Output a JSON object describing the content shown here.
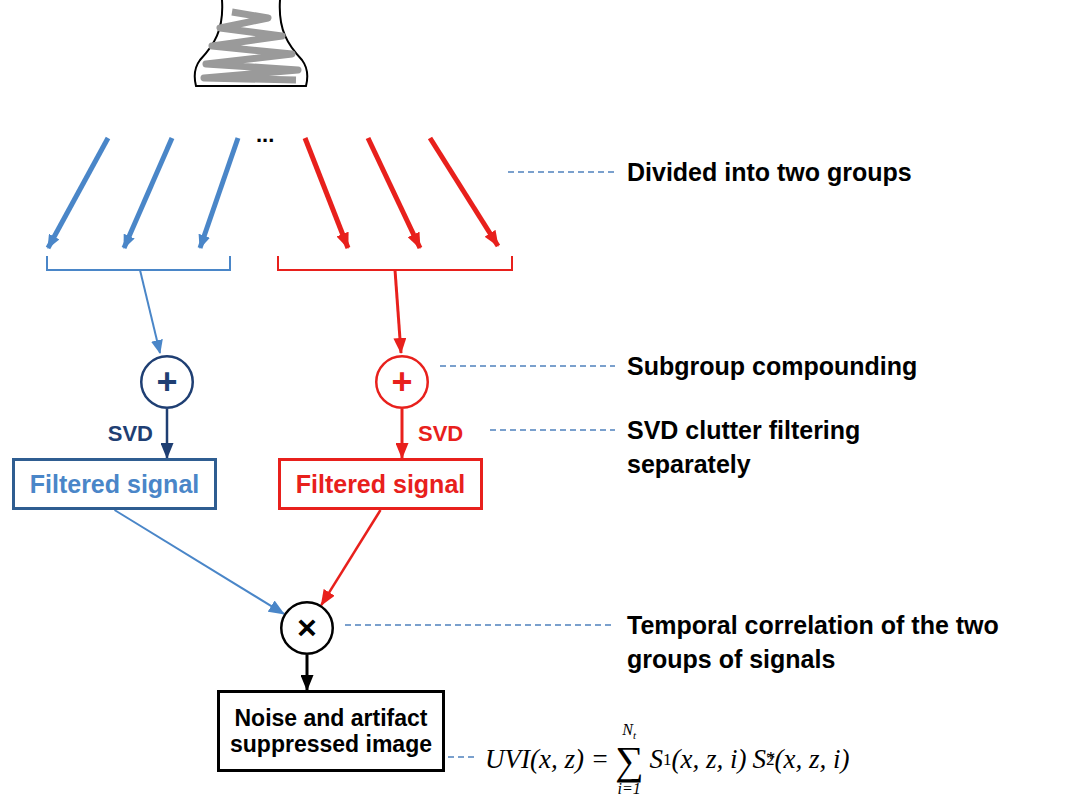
{
  "diagram": {
    "nodes": [
      {
        "text": [
          "+"
        ]
      },
      {
        "text": [
          "+"
        ]
      },
      {
        "text": [
          "Filtered signal"
        ]
      },
      {
        "text": [
          "Filtered signal"
        ]
      },
      {
        "text": [
          "×"
        ]
      },
      {
        "text": [
          "Noise and artifact suppressed image"
        ]
      }
    ],
    "edges": [
      {
        "from": 0,
        "to": 2,
        "arrow": "to",
        "label": "SVD"
      },
      {
        "from": 1,
        "to": 3,
        "arrow": "to",
        "label": "SVD"
      },
      {
        "from": 2,
        "to": 4,
        "arrow": "to"
      },
      {
        "from": 3,
        "to": 4,
        "arrow": "to"
      },
      {
        "from": 4,
        "to": 5,
        "arrow": "to"
      }
    ],
    "labels": [
      "...",
      "Divided into two groups",
      "Subgroup compounding",
      "SVD clutter filtering separately",
      "Temporal correlation of the two groups of signals",
      "UVI(x, z) =",
      "N",
      "t",
      "∑",
      "i=1",
      "S",
      "1",
      "(x, z, i)",
      "S",
      "2",
      "*",
      "(x, z, i)"
    ]
  }
}
